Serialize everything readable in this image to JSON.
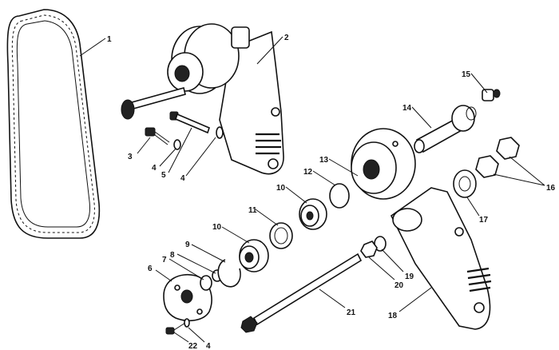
{
  "labels": [
    "1",
    "2",
    "3",
    "4",
    "5",
    "4",
    "6",
    "7",
    "8",
    "9",
    "10",
    "11",
    "10",
    "12",
    "13",
    "14",
    "15",
    "16",
    "17",
    "18",
    "19",
    "20",
    "21",
    "22",
    "4"
  ]
}
